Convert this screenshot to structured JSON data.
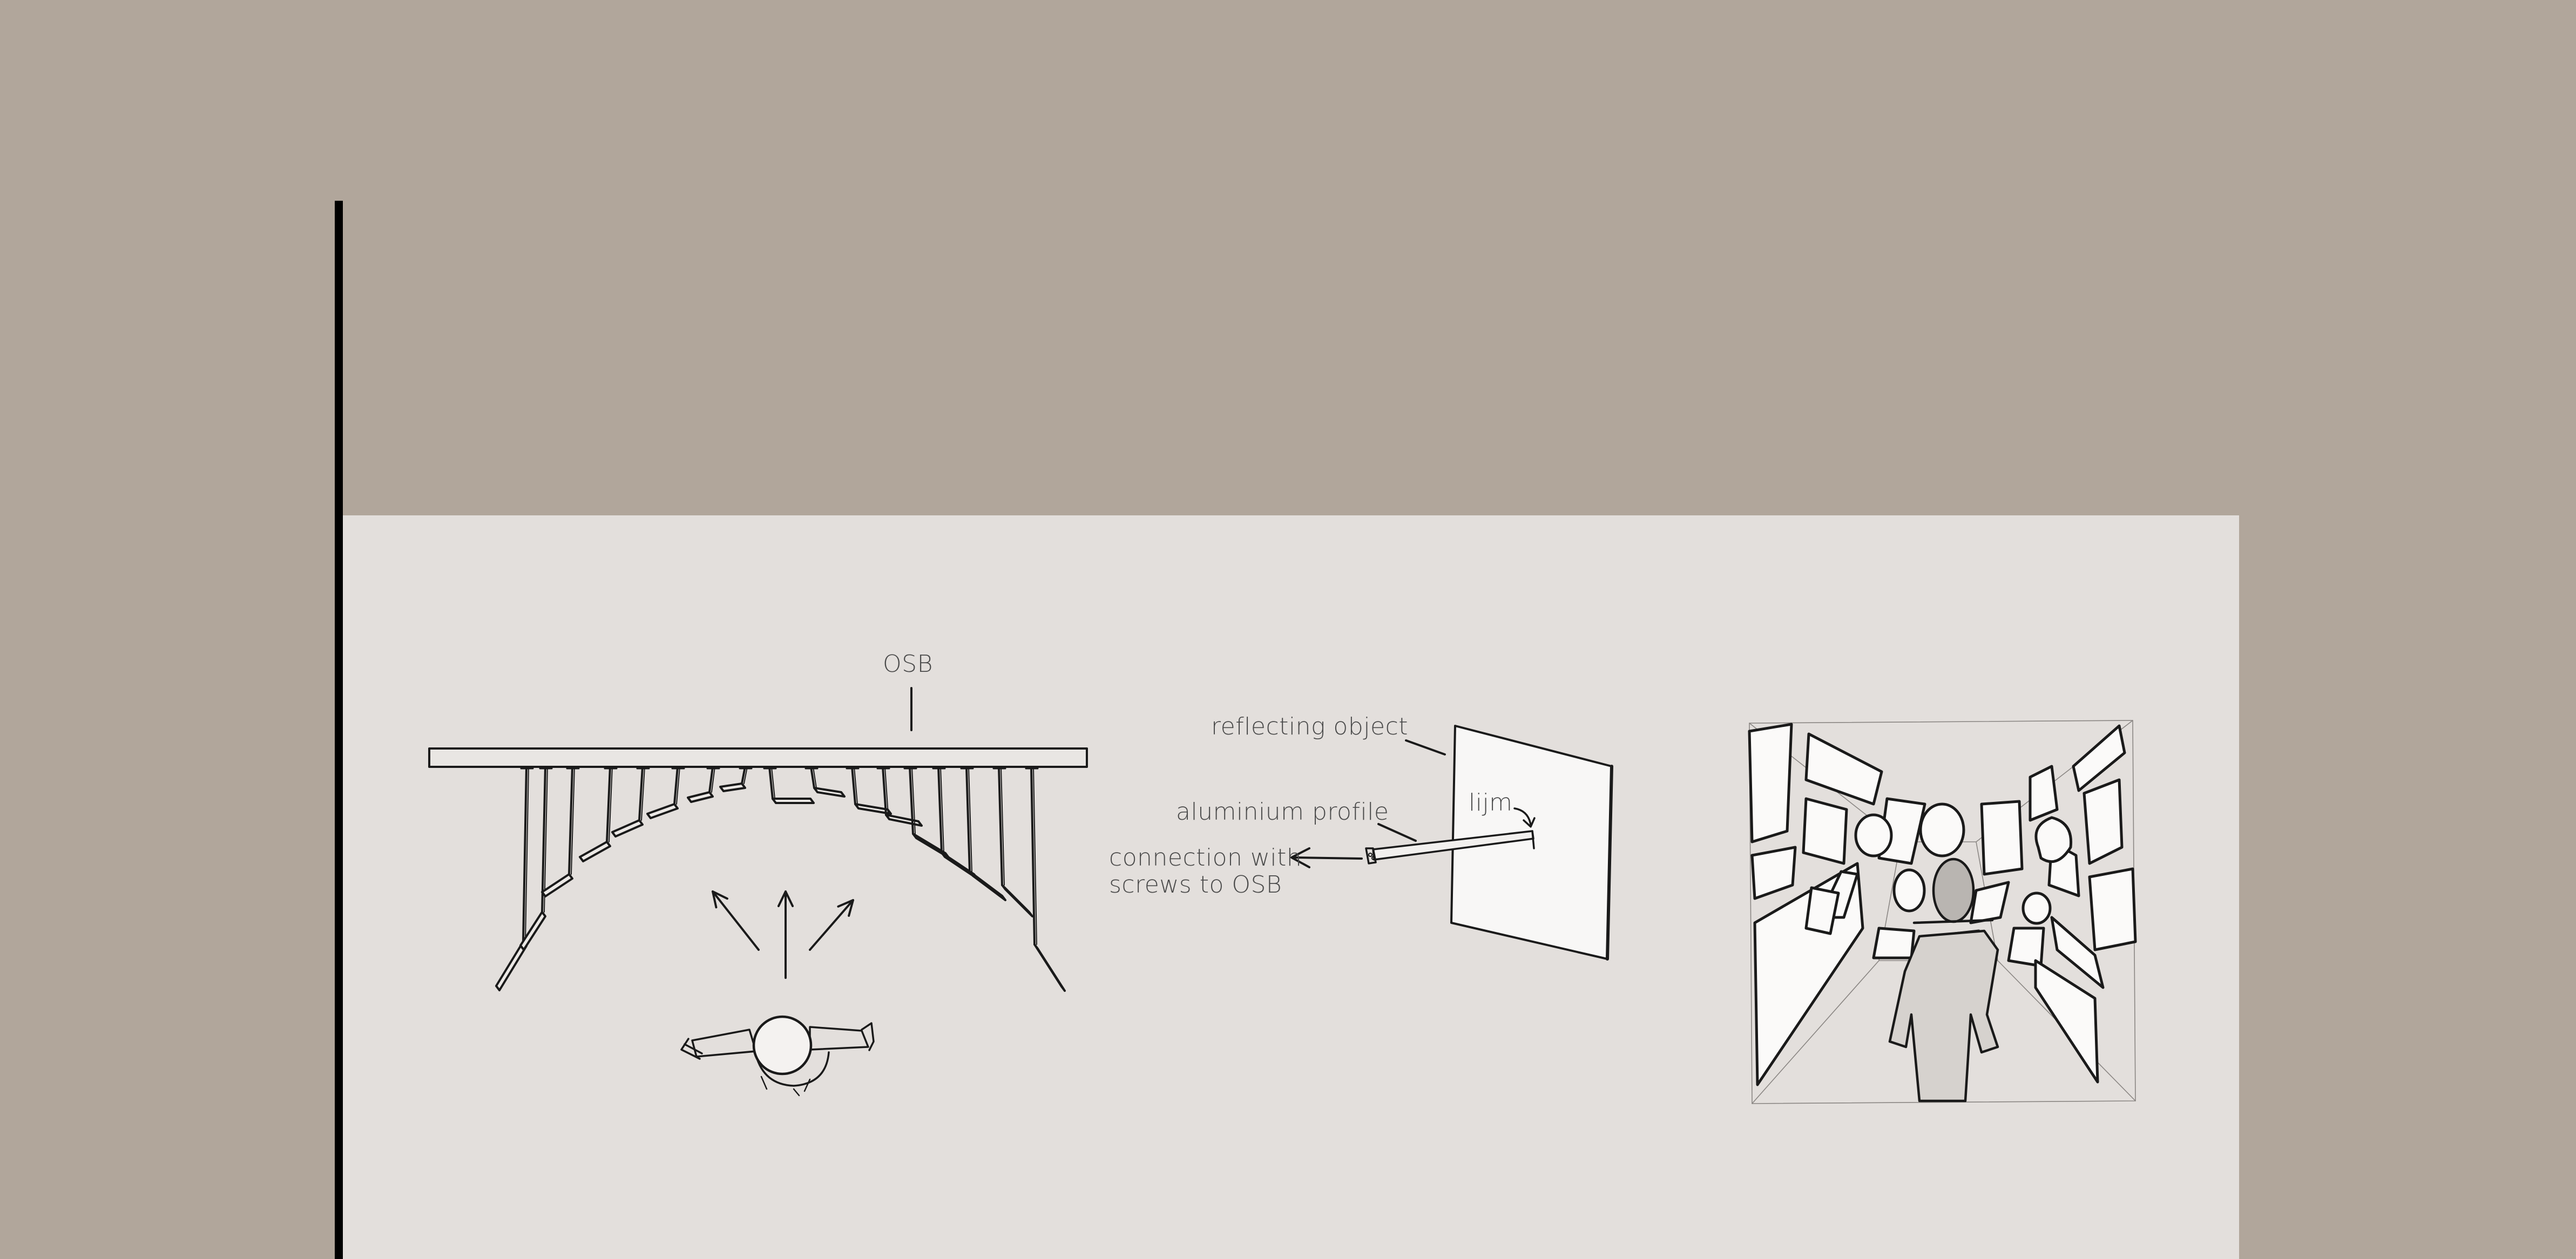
{
  "colors": {
    "background": "#b1a69b",
    "panel": "#e3dfdc",
    "ink": "#1a1a1a",
    "label": "#4a4a4a",
    "accent_bar": "#000000"
  },
  "labels": {
    "osb": "OSB",
    "reflecting_object": "reflecting object",
    "aluminium_profile": "aluminium profile",
    "lijm": "lijm",
    "connection_line1": "connection with",
    "connection_line2": "screws to OSB"
  }
}
